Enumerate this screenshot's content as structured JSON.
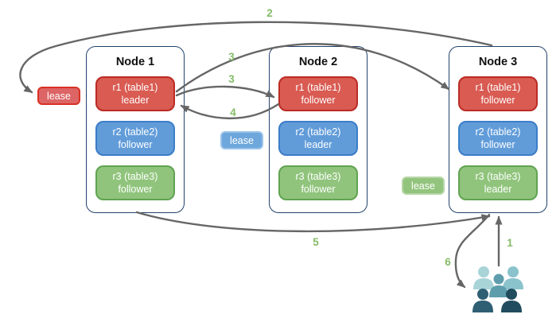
{
  "diagram": {
    "nodes": [
      {
        "title": "Node 1",
        "replicas": [
          {
            "name": "r1 (table1)",
            "role": "leader",
            "color": "red"
          },
          {
            "name": "r2 (table2)",
            "role": "follower",
            "color": "blue"
          },
          {
            "name": "r3 (table3)",
            "role": "follower",
            "color": "green"
          }
        ]
      },
      {
        "title": "Node 2",
        "replicas": [
          {
            "name": "r1 (table1)",
            "role": "follower",
            "color": "red"
          },
          {
            "name": "r2 (table2)",
            "role": "leader",
            "color": "blue"
          },
          {
            "name": "r3 (table3)",
            "role": "follower",
            "color": "green"
          }
        ]
      },
      {
        "title": "Node 3",
        "replicas": [
          {
            "name": "r1 (table1)",
            "role": "follower",
            "color": "red"
          },
          {
            "name": "r2 (table2)",
            "role": "follower",
            "color": "blue"
          },
          {
            "name": "r3 (table3)",
            "role": "leader",
            "color": "green"
          }
        ]
      }
    ],
    "leases": [
      {
        "label": "lease",
        "color": "red",
        "near": "node-1 r1 row"
      },
      {
        "label": "lease",
        "color": "blue",
        "near": "node-2 r2 row"
      },
      {
        "label": "lease",
        "color": "green",
        "near": "node-3 r3 row"
      }
    ],
    "arrows": [
      {
        "label": "1",
        "from": "clients",
        "to": "node-3 r3 leader"
      },
      {
        "label": "2",
        "from": "node-3 top",
        "to": "red lease label"
      },
      {
        "label": "3",
        "from": "node-1 r1 leader",
        "to": "node-3 r1 follower"
      },
      {
        "label": "3b",
        "from": "node-1 r1 leader",
        "to": "node-2 r1 follower",
        "display": "3"
      },
      {
        "label": "4",
        "from": "node-2 r1 follower",
        "to": "node-1 r1 leader"
      },
      {
        "label": "5",
        "from": "node-1 bottom",
        "to": "node-3 r3 leader"
      },
      {
        "label": "6",
        "from": "node-3 r3 leader",
        "to": "clients"
      }
    ],
    "colors": {
      "replica_red_fill": "#d95b52",
      "replica_red_border": "#bb2b24",
      "replica_blue_fill": "#619cd9",
      "replica_blue_border": "#3b7dc8",
      "replica_green_fill": "#90c47c",
      "replica_green_border": "#61a351",
      "node_border": "#23436b",
      "arrow": "#666666",
      "step_number": "#85bc68",
      "users_light_1": "#a8d4d8",
      "users_light_2": "#8bc3cd",
      "users_mid": "#5e9dac",
      "users_dark_1": "#2e5f73",
      "users_dark_2": "#204c5e"
    }
  }
}
